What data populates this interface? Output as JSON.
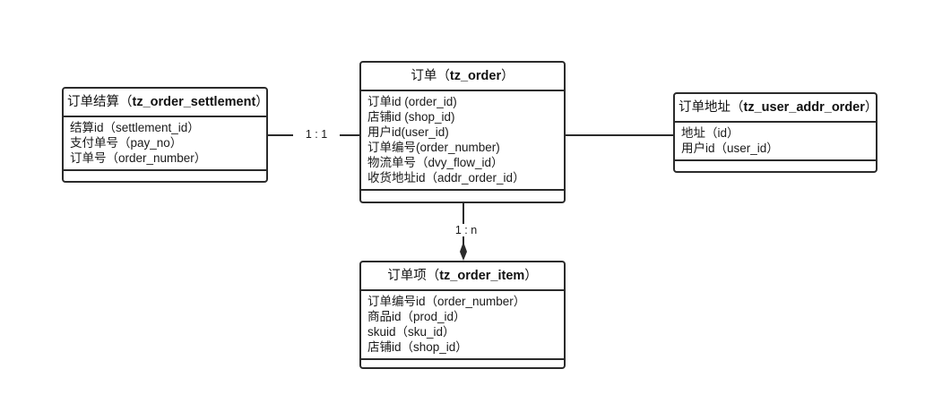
{
  "diagram": {
    "type": "er-diagram",
    "title": "",
    "background_color": "#ffffff",
    "line_color": "#2b2b2b",
    "text_color": "#1a1a1a"
  },
  "entities": {
    "order_settlement": {
      "name_cn": "订单结算",
      "table": "tz_order_settlement",
      "header_open": "（",
      "header_close": "）",
      "attributes": [
        "结算id（settlement_id）",
        "支付单号（pay_no）",
        "订单号（order_number）"
      ]
    },
    "order": {
      "name_cn": "订单",
      "table": "tz_order",
      "header_open": "（",
      "header_close": "）",
      "attributes": [
        "订单id (order_id)",
        "店铺id (shop_id)",
        "用户id(user_id)",
        "订单编号(order_number)",
        "物流单号（dvy_flow_id）",
        "收货地址id（addr_order_id）"
      ]
    },
    "user_addr_order": {
      "name_cn": "订单地址",
      "table": "tz_user_addr_order",
      "header_open": "（",
      "header_close": "）",
      "attributes": [
        "地址（id）",
        "用户id（user_id）"
      ]
    },
    "order_item": {
      "name_cn": "订单项",
      "table": "tz_order_item",
      "header_open": "（",
      "header_close": "）",
      "attributes": [
        "订单编号id（order_number）",
        "商品id（prod_id）",
        "skuid（sku_id）",
        "店铺id（shop_id）"
      ]
    }
  },
  "relationships": {
    "settlement_to_order": {
      "cardinality": "1 : 1",
      "from": "tz_order_settlement",
      "to": "tz_order"
    },
    "order_to_item": {
      "cardinality": "1 : n",
      "from": "tz_order",
      "to": "tz_order_item"
    },
    "order_to_addr": {
      "cardinality": "",
      "from": "tz_order",
      "to": "tz_user_addr_order"
    }
  }
}
